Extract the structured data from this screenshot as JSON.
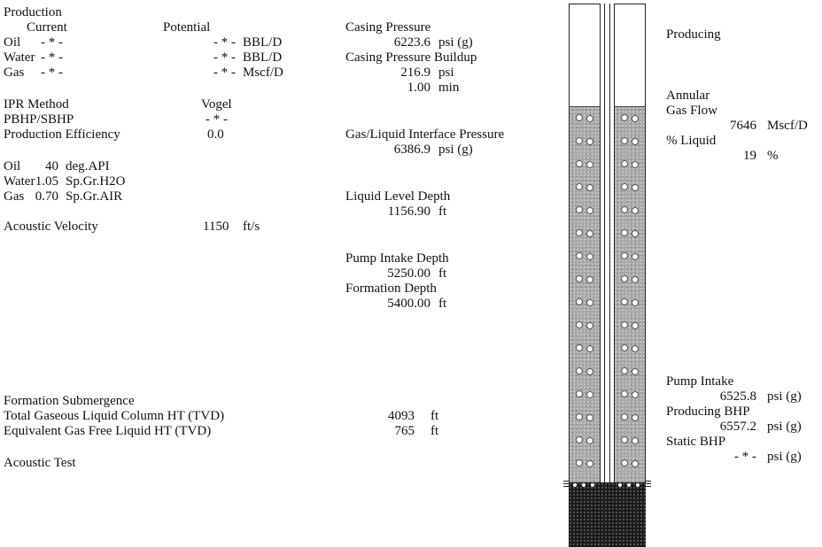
{
  "production": {
    "title": "Production",
    "current_header": "Current",
    "potential_header": "Potential",
    "rows": [
      {
        "label": "Oil",
        "current": "- * -",
        "potential": "- * -",
        "unit": "BBL/D"
      },
      {
        "label": "Water",
        "current": "- * -",
        "potential": "- * -",
        "unit": "BBL/D"
      },
      {
        "label": "Gas",
        "current": "- * -",
        "potential": "- * -",
        "unit": "Mscf/D"
      }
    ],
    "ipr_method_label": "IPR Method",
    "ipr_method_value": "Vogel",
    "pbhp_label": "PBHP/SBHP",
    "pbhp_value": "- * -",
    "efficiency_label": "Production Efficiency",
    "efficiency_value": "0.0"
  },
  "fluids": [
    {
      "label": "Oil",
      "value": "40",
      "unit": "deg.API"
    },
    {
      "label": "Water",
      "value": "1.05",
      "unit": "Sp.Gr.H2O"
    },
    {
      "label": "Gas",
      "value": "0.70",
      "unit": "Sp.Gr.AIR"
    }
  ],
  "acoustic_velocity": {
    "label": "Acoustic Velocity",
    "value": "1150",
    "unit": "ft/s"
  },
  "submergence": {
    "title": "Formation Submergence",
    "total_label": "Total Gaseous Liquid Column HT (TVD)",
    "total_value": "4093",
    "total_unit": "ft",
    "equiv_label": "Equivalent Gas Free Liquid HT (TVD)",
    "equiv_value": "765",
    "equiv_unit": "ft"
  },
  "acoustic_test": "Acoustic Test",
  "pressures": {
    "casing_label": "Casing Pressure",
    "casing_value": "6223.6",
    "casing_unit": "psi (g)",
    "buildup_label": "Casing Pressure Buildup",
    "buildup_value": "216.9",
    "buildup_unit": "psi",
    "buildup_time": "1.00",
    "buildup_time_unit": "min",
    "interface_label": "Gas/Liquid Interface Pressure",
    "interface_value": "6386.9",
    "interface_unit": "psi (g)"
  },
  "depths": {
    "liquid_label": "Liquid Level Depth",
    "liquid_value": "1156.90",
    "liquid_unit": "ft",
    "intake_label": "Pump Intake Depth",
    "intake_value": "5250.00",
    "intake_unit": "ft",
    "formation_label": "Formation Depth",
    "formation_value": "5400.00",
    "formation_unit": "ft"
  },
  "right_panel": {
    "status": "Producing",
    "annular_label1": "Annular",
    "annular_label2": "Gas Flow",
    "annular_value": "7646",
    "annular_unit": "Mscf/D",
    "liquid_pct_label": "% Liquid",
    "liquid_pct_value": "19",
    "liquid_pct_unit": "%",
    "pump_intake_label": "Pump Intake",
    "pump_intake_value": "6525.8",
    "pump_intake_unit": "psi (g)",
    "producing_bhp_label": "Producing BHP",
    "producing_bhp_value": "6557.2",
    "producing_bhp_unit": "psi (g)",
    "static_bhp_label": "Static BHP",
    "static_bhp_value": "- * -",
    "static_bhp_unit": "psi (g)"
  },
  "wellbore": {
    "liquid_level_fraction": 0.2141
  }
}
